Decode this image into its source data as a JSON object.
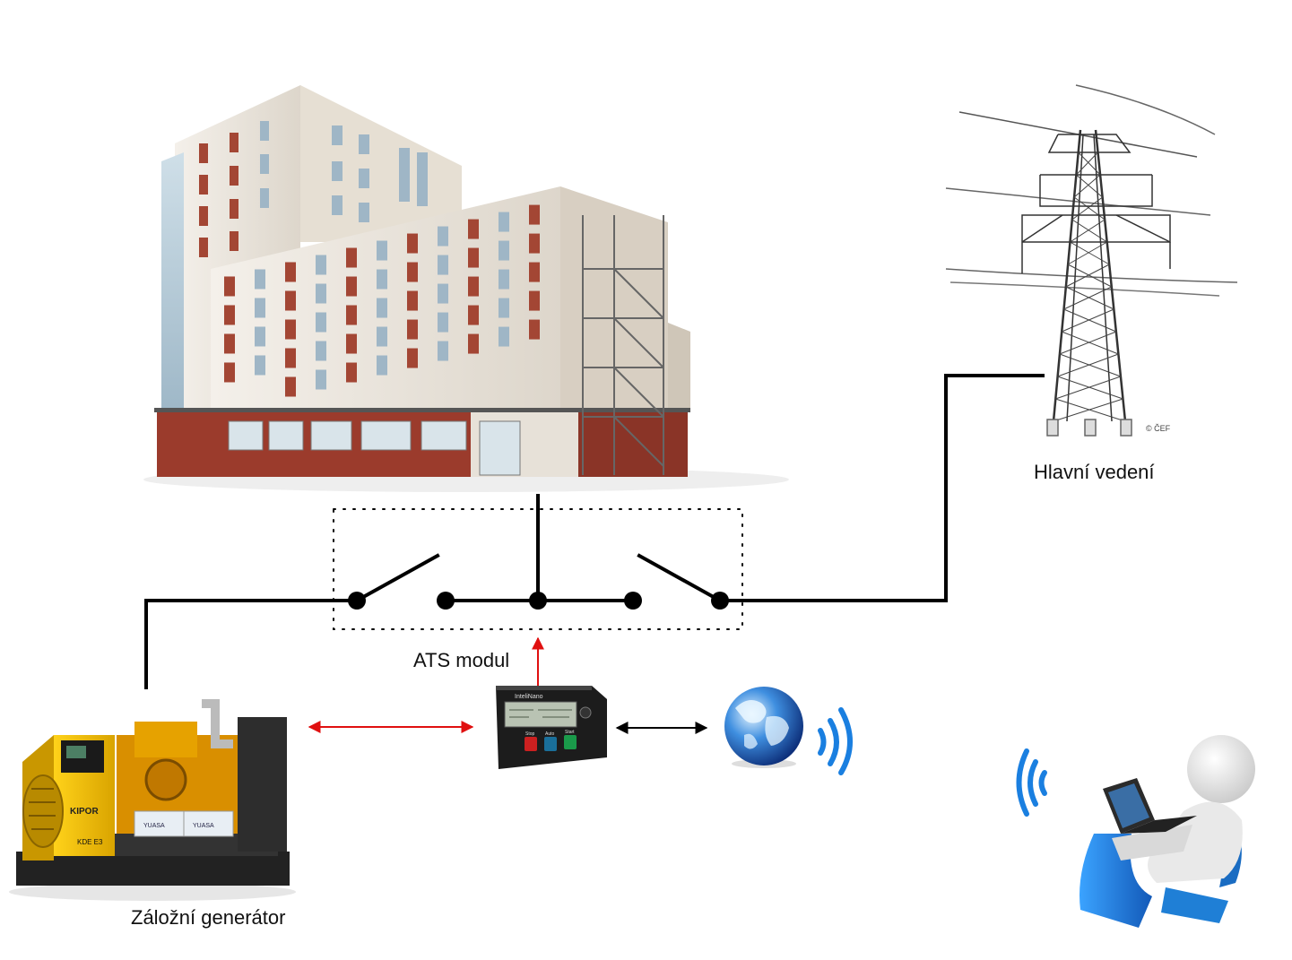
{
  "labels": {
    "main_line": "Hlavní vedení",
    "ats": "ATS modul",
    "generator": "Záložní generátor"
  },
  "marks": {
    "copyright": "© ČEF",
    "controller_brand": "InteliNano",
    "generator_brand": "KIPOR",
    "generator_model": "KDE E3",
    "battery_brand": "YUASA",
    "btn_stop": "Stop",
    "btn_auto": "Auto",
    "btn_start": "Start"
  },
  "colors": {
    "wire": "#000000",
    "control_arrow": "#e01010",
    "data_arrow": "#000000",
    "generator_body": "#f2c200",
    "brick": "#9b3b2c",
    "facade": "#ece6dc",
    "person_chair": "#1f7fd6",
    "wifi": "#1a7fe0"
  },
  "icons": [
    "building-image",
    "power-pylon-image",
    "generator-image",
    "controller-image",
    "globe-icon",
    "wifi-icon",
    "person-laptop-image"
  ]
}
